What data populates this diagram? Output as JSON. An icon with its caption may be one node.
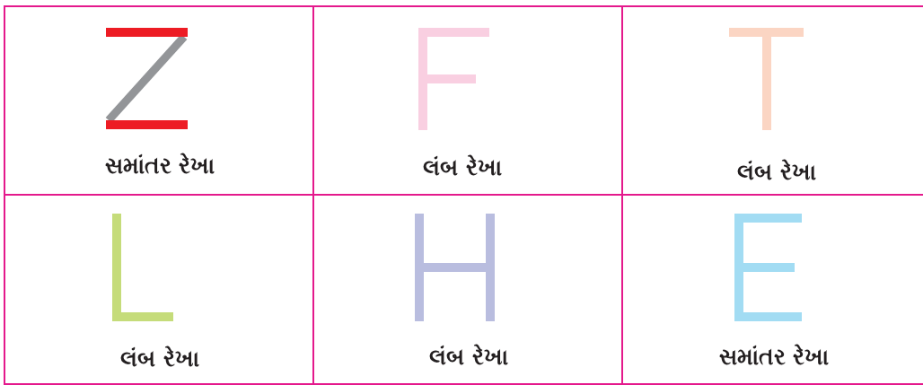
{
  "diagram": {
    "labels": [
      "સમાંતર રેખા",
      "લંબ રેખા",
      "લંબ રેખા",
      "લંબ રેખા",
      "લંબ રેખા",
      "સમાંતર રેખા"
    ]
  }
}
